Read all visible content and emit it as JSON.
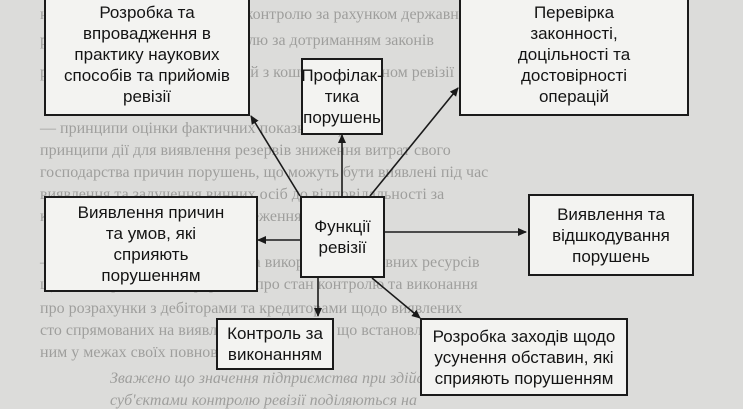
{
  "diagram": {
    "center": "Функції\nревізії",
    "nodes": {
      "development": "Розробка та\nвпровадження в\nпрактику наукових\nспособів та прийомів\nревізії",
      "verification": "Перевірка\nзаконності,\nдоцільності та\nдостовірності\nоперацій",
      "prevention": "Профілак-\nтика\nпорушень",
      "causes": "Виявлення причин\nта умов, які\nсприяють\nпорушенням",
      "detection": "Виявлення та\nвідшкодування\nпорушень",
      "control": "Контроль за\nвиконанням",
      "measures": "Розробка заходів щодо\nусунення обставин, які\nсприяють порушенням"
    }
  }
}
